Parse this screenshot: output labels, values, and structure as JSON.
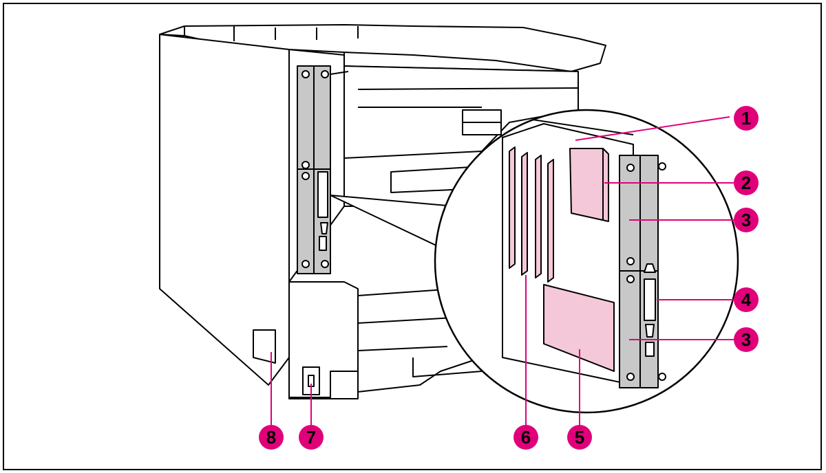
{
  "figure": {
    "accent_color": "#e0007a",
    "part_fill": "#f4c8d8",
    "panel_fill": "#c8c8c8",
    "callouts": [
      {
        "id": "callout-1",
        "label": "1"
      },
      {
        "id": "callout-2",
        "label": "2"
      },
      {
        "id": "callout-3a",
        "label": "3"
      },
      {
        "id": "callout-4",
        "label": "4"
      },
      {
        "id": "callout-3b",
        "label": "3"
      },
      {
        "id": "callout-5",
        "label": "5"
      },
      {
        "id": "callout-6",
        "label": "6"
      },
      {
        "id": "callout-7",
        "label": "7"
      },
      {
        "id": "callout-8",
        "label": "8"
      }
    ]
  }
}
